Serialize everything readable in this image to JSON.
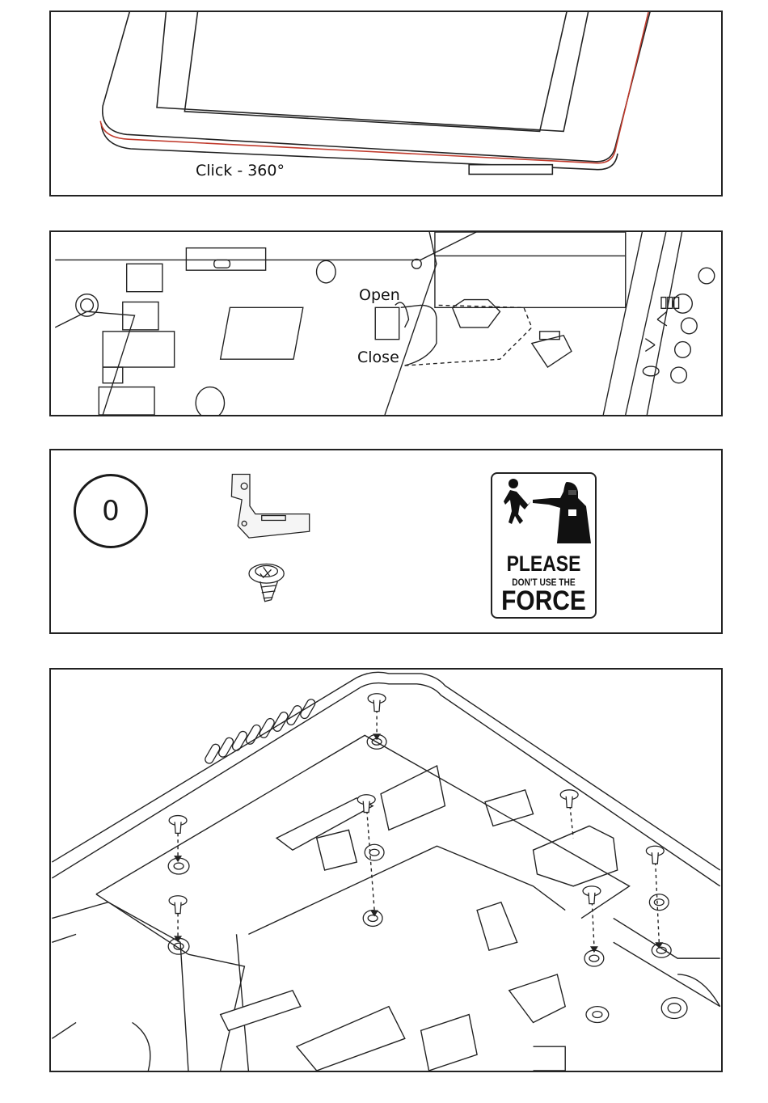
{
  "panels": {
    "rotate": {
      "caption": "Click - 360°"
    },
    "connector": {
      "open_label": "Open",
      "close_label": "Close"
    },
    "parts": {
      "step_number": "0",
      "sign": {
        "line1": "PLEASE",
        "line2": "DON'T USE THE",
        "line3": "FORCE"
      }
    },
    "screws": {}
  }
}
